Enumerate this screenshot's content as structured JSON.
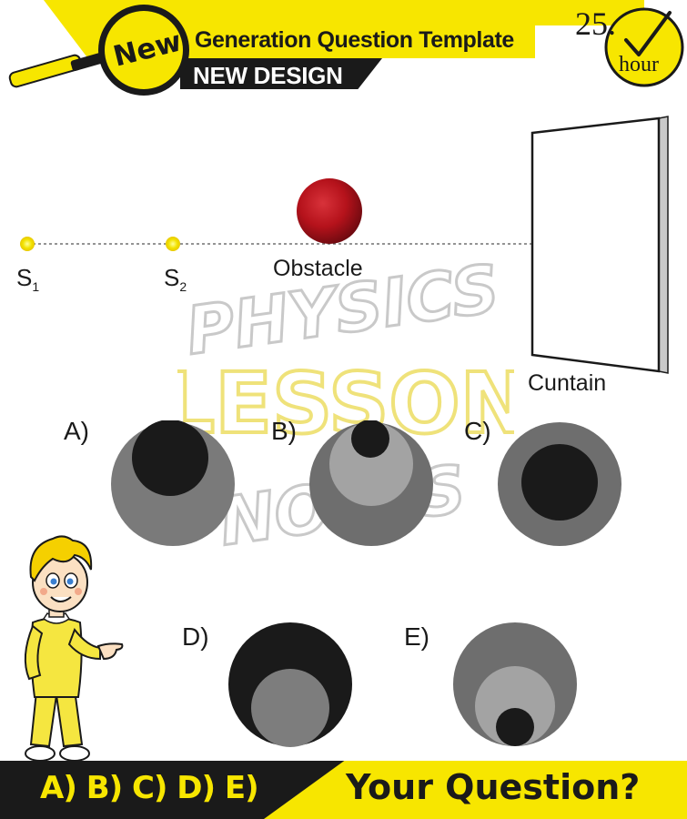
{
  "header": {
    "badge": "New",
    "title": "Generation Question Template",
    "subtitle": "NEW DESIGN",
    "timer_value": "25.",
    "timer_unit": "hour",
    "brand_yellow": "#f7e600"
  },
  "watermark": {
    "line1": "PHYSICS",
    "line2": "LESSON",
    "line3": "NOTES"
  },
  "diagram": {
    "sources": [
      {
        "letter": "S",
        "subscript": "1"
      },
      {
        "letter": "S",
        "subscript": "2"
      }
    ],
    "obstacle_label": "Obstacle",
    "curtain_label": "Cuntain",
    "obstacle_color": "#b5121b",
    "source_color": "#f2e200"
  },
  "options": [
    {
      "label": "A)",
      "outer": "#7a7a7a",
      "middle": null,
      "inner": "#1a1a1a"
    },
    {
      "label": "B)",
      "outer": "#6e6e6e",
      "middle": "#a3a3a3",
      "inner": "#1a1a1a"
    },
    {
      "label": "C)",
      "outer": "#6e6e6e",
      "middle": null,
      "inner": "#1a1a1a"
    },
    {
      "label": "D)",
      "outer": "#1a1a1a",
      "middle": null,
      "inner": "#7d7d7d"
    },
    {
      "label": "E)",
      "outer": "#6e6e6e",
      "middle": "#a3a3a3",
      "inner": "#1a1a1a"
    }
  ],
  "footer": {
    "options_text": "A) B) C) D) E)",
    "question_text": "Your Question?"
  }
}
